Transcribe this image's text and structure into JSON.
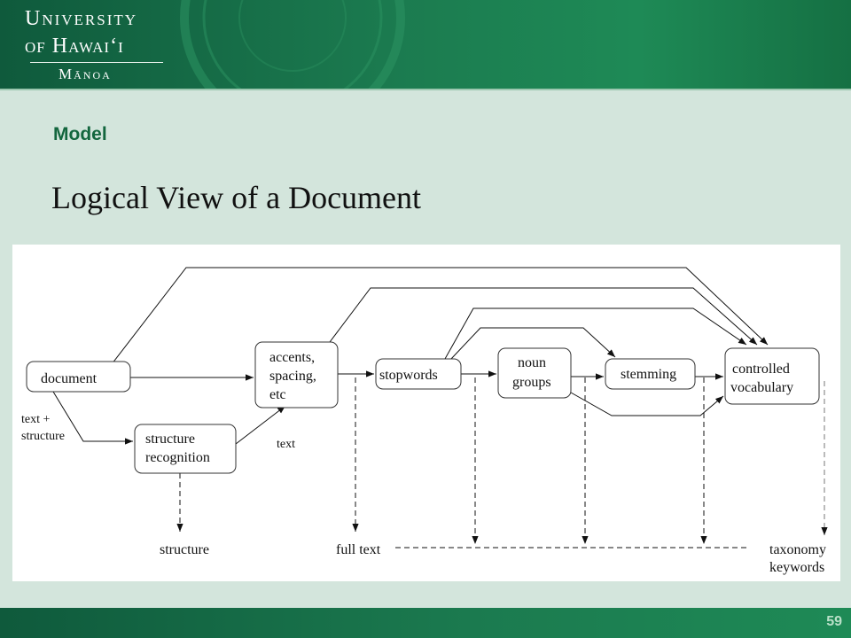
{
  "header": {
    "logo_line1": "University",
    "logo_line2": "of Hawaiʻi",
    "logo_line3": "Mānoa"
  },
  "section_label": "Model",
  "title": "Logical View of a Document",
  "diagram": {
    "nodes": {
      "document": "document",
      "accents_1": "accents,",
      "accents_2": "spacing,",
      "accents_3": "etc",
      "structure_recognition_1": "structure",
      "structure_recognition_2": "recognition",
      "stopwords": "stopwords",
      "noun_groups_1": "noun",
      "noun_groups_2": "groups",
      "stemming": "stemming",
      "controlled_vocabulary_1": "controlled",
      "controlled_vocabulary_2": "vocabulary"
    },
    "labels": {
      "text_structure_1": "text +",
      "text_structure_2": "structure",
      "text": "text",
      "structure_output": "structure",
      "full_text": "full text",
      "taxonomy": "taxonomy",
      "keywords": "keywords"
    }
  },
  "page_number": "59",
  "colors": {
    "header_green": "#1b7a4f",
    "content_bg": "#d3e5dc",
    "accent_green": "#13663e",
    "page_number": "#b9e0c8"
  }
}
